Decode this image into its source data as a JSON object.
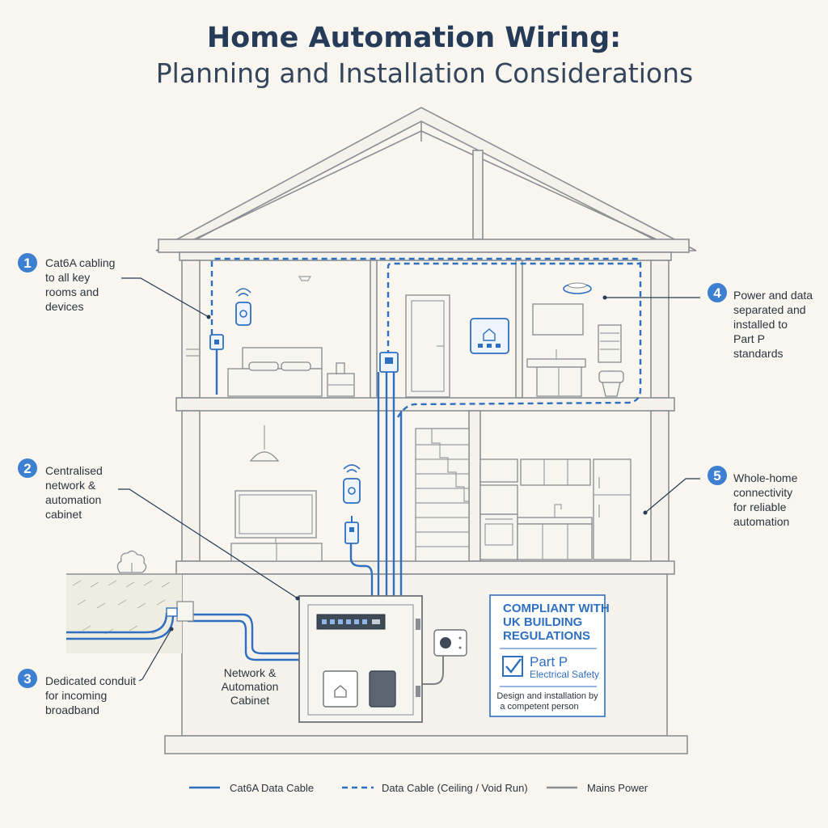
{
  "title": {
    "line1": "Home Automation Wiring:",
    "line2": "Planning and Installation Considerations"
  },
  "callouts": [
    {
      "number": "1",
      "lines": [
        "Cat6A cabling",
        "to all key",
        "rooms and",
        "devices"
      ]
    },
    {
      "number": "2",
      "lines": [
        "Centralised",
        "network &",
        "automation",
        "cabinet"
      ]
    },
    {
      "number": "3",
      "lines": [
        "Dedicated conduit",
        "for incoming",
        "broadband"
      ]
    },
    {
      "number": "4",
      "lines": [
        "Power and data",
        "separated and",
        "installed to",
        "Part P",
        "standards"
      ]
    },
    {
      "number": "5",
      "lines": [
        "Whole-home",
        "connectivity",
        "for reliable",
        "automation"
      ]
    }
  ],
  "cabinet": {
    "label_lines": [
      "Network &",
      "Automation",
      "Cabinet"
    ]
  },
  "compliance": {
    "heading_lines": [
      "COMPLIANT WITH",
      "UK BUILDING",
      "REGULATIONS"
    ],
    "part": "Part P",
    "part_sub": "Electrical Safety",
    "note_lines": [
      "Design and installation by",
      "a competent person"
    ]
  },
  "legend": [
    {
      "label": "Cat6A Data Cable",
      "style": "solid",
      "color": "#2f6fc0"
    },
    {
      "label": "Data Cable (Ceiling / Void Run)",
      "style": "dashed",
      "color": "#2f6fc0"
    },
    {
      "label": "Mains Power",
      "style": "solid",
      "color": "#8b8f95"
    }
  ],
  "colors": {
    "accent": "#2f6fc0",
    "title": "#253b58",
    "background": "#f8f6ef",
    "structure": "#8b8f95"
  }
}
